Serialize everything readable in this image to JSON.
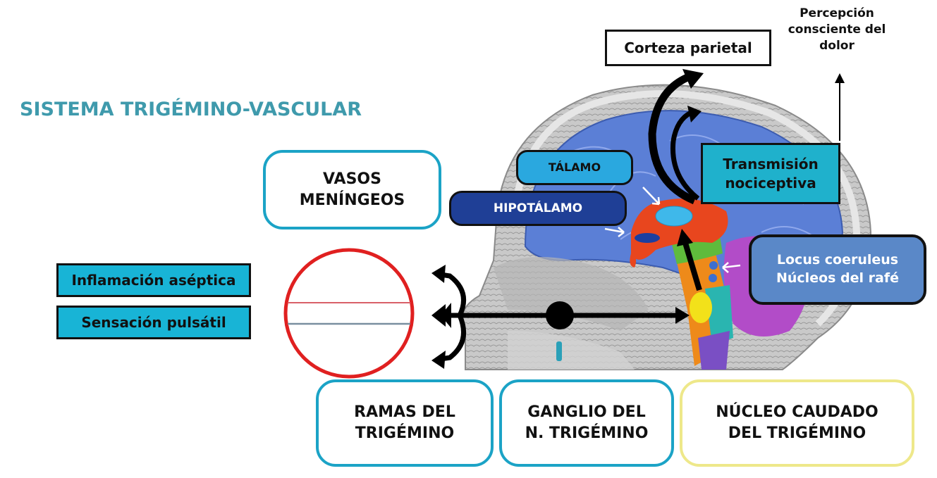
{
  "title": "SISTEMA TRIGÉMINO-VASCULAR",
  "labels": {
    "corteza_parietal": "Corteza parietal",
    "percepcion": [
      "Percepción",
      "consciente del",
      "dolor"
    ],
    "transmision": [
      "Transmisión",
      "nociceptiva"
    ],
    "talamo": "TÁLAMO",
    "hipotalamo": "HIPOTÁLAMO",
    "vasos": [
      "VASOS",
      "MENÍNGEOS"
    ],
    "locus": [
      "Locus coeruleus",
      "Núcleos del rafé"
    ],
    "inflamacion": "Inflamación aséptica",
    "sensacion": "Sensación pulsátil",
    "ramas": [
      "RAMAS DEL",
      "TRIGÉMINO"
    ],
    "ganglio": [
      "GANGLIO DEL",
      "N. TRIGÉMINO"
    ],
    "nucleo": [
      "NÚCLEO CAUDADO",
      "DEL TRIGÉMINO"
    ]
  },
  "colors": {
    "title": "#3f9aac",
    "cyan_border": "#1ba3c6",
    "yellow_border": "#eee88a",
    "box_cyan": "#18b4d6",
    "talamo": "#2aa8df",
    "hipotalamo": "#1f3f96",
    "locus": "#5a88c8",
    "vessel_circle": "#e02020"
  }
}
